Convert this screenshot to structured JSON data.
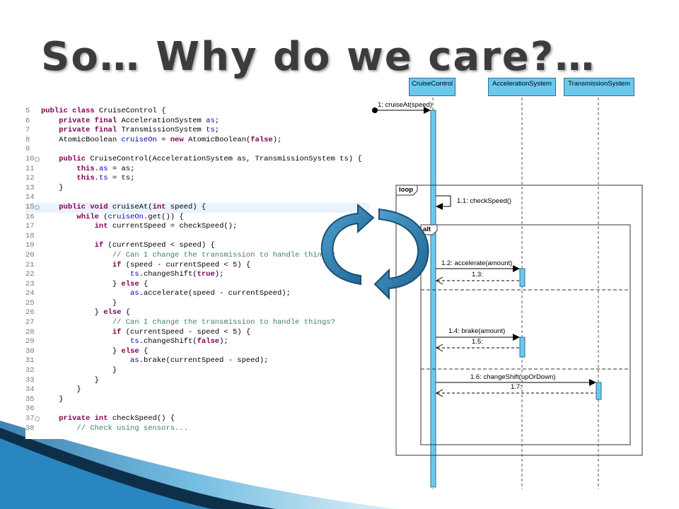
{
  "slide": {
    "title": "So… Why do we care?…"
  },
  "code": {
    "lines": [
      {
        "n": "5",
        "t": [
          [
            "kw",
            "public class "
          ],
          [
            "tx",
            "CruiseControl {"
          ]
        ]
      },
      {
        "n": "6",
        "t": [
          [
            "tx",
            "    "
          ],
          [
            "kw",
            "private final "
          ],
          [
            "tx",
            "AccelerationSystem "
          ],
          [
            "fld",
            "as"
          ],
          [
            "tx",
            ";"
          ]
        ]
      },
      {
        "n": "7",
        "t": [
          [
            "tx",
            "    "
          ],
          [
            "kw",
            "private final "
          ],
          [
            "tx",
            "TransmissionSystem "
          ],
          [
            "fld",
            "ts"
          ],
          [
            "tx",
            ";"
          ]
        ]
      },
      {
        "n": "8",
        "t": [
          [
            "tx",
            "    AtomicBoolean "
          ],
          [
            "fld",
            "cruiseOn"
          ],
          [
            "tx",
            " = "
          ],
          [
            "kw",
            "new "
          ],
          [
            "tx",
            "AtomicBoolean("
          ],
          [
            "kw",
            "false"
          ],
          [
            "tx",
            ");"
          ]
        ]
      },
      {
        "n": "9",
        "t": [
          [
            "tx",
            ""
          ]
        ]
      },
      {
        "n": "10",
        "fold": true,
        "t": [
          [
            "tx",
            "    "
          ],
          [
            "kw",
            "public "
          ],
          [
            "tx",
            "CruiseControl(AccelerationSystem as, TransmissionSystem ts) {"
          ]
        ]
      },
      {
        "n": "11",
        "t": [
          [
            "tx",
            "        "
          ],
          [
            "kw",
            "this"
          ],
          [
            "tx",
            "."
          ],
          [
            "fld",
            "as"
          ],
          [
            "tx",
            " = as;"
          ]
        ]
      },
      {
        "n": "12",
        "t": [
          [
            "tx",
            "        "
          ],
          [
            "kw",
            "this"
          ],
          [
            "tx",
            "."
          ],
          [
            "fld",
            "ts"
          ],
          [
            "tx",
            " = ts;"
          ]
        ]
      },
      {
        "n": "13",
        "t": [
          [
            "tx",
            "    }"
          ]
        ]
      },
      {
        "n": "14",
        "t": [
          [
            "tx",
            ""
          ]
        ]
      },
      {
        "n": "15",
        "fold": true,
        "hl": true,
        "t": [
          [
            "tx",
            "    "
          ],
          [
            "kw",
            "public void "
          ],
          [
            "tx",
            "cruiseAt("
          ],
          [
            "kw",
            "int "
          ],
          [
            "tx",
            "speed) {"
          ]
        ]
      },
      {
        "n": "16",
        "t": [
          [
            "tx",
            "        "
          ],
          [
            "kw",
            "while "
          ],
          [
            "tx",
            "("
          ],
          [
            "fld",
            "cruiseOn"
          ],
          [
            "tx",
            ".get()) {"
          ]
        ]
      },
      {
        "n": "17",
        "t": [
          [
            "tx",
            "            "
          ],
          [
            "kw",
            "int "
          ],
          [
            "tx",
            "currentSpeed = checkSpeed();"
          ]
        ]
      },
      {
        "n": "18",
        "t": [
          [
            "tx",
            ""
          ]
        ]
      },
      {
        "n": "19",
        "t": [
          [
            "tx",
            "            "
          ],
          [
            "kw",
            "if "
          ],
          [
            "tx",
            "(currentSpeed < speed) {"
          ]
        ]
      },
      {
        "n": "20",
        "t": [
          [
            "tx",
            "                "
          ],
          [
            "cm",
            "// Can I change the transmission to handle things?"
          ]
        ]
      },
      {
        "n": "21",
        "t": [
          [
            "tx",
            "                "
          ],
          [
            "kw",
            "if "
          ],
          [
            "tx",
            "(speed - currentSpeed < 5) {"
          ]
        ]
      },
      {
        "n": "22",
        "t": [
          [
            "tx",
            "                    "
          ],
          [
            "fld",
            "ts"
          ],
          [
            "tx",
            ".changeShift("
          ],
          [
            "kw",
            "true"
          ],
          [
            "tx",
            ");"
          ]
        ]
      },
      {
        "n": "23",
        "t": [
          [
            "tx",
            "                } "
          ],
          [
            "kw",
            "else "
          ],
          [
            "tx",
            "{"
          ]
        ]
      },
      {
        "n": "24",
        "t": [
          [
            "tx",
            "                    "
          ],
          [
            "fld",
            "as"
          ],
          [
            "tx",
            ".accelerate(speed - currentSpeed);"
          ]
        ]
      },
      {
        "n": "25",
        "t": [
          [
            "tx",
            "                }"
          ]
        ]
      },
      {
        "n": "26",
        "t": [
          [
            "tx",
            "            } "
          ],
          [
            "kw",
            "else "
          ],
          [
            "tx",
            "{"
          ]
        ]
      },
      {
        "n": "27",
        "t": [
          [
            "tx",
            "                "
          ],
          [
            "cm",
            "// Can I change the transmission to handle things?"
          ]
        ]
      },
      {
        "n": "28",
        "t": [
          [
            "tx",
            "                "
          ],
          [
            "kw",
            "if "
          ],
          [
            "tx",
            "(currentSpeed - speed < 5) {"
          ]
        ]
      },
      {
        "n": "29",
        "t": [
          [
            "tx",
            "                    "
          ],
          [
            "fld",
            "ts"
          ],
          [
            "tx",
            ".changeShift("
          ],
          [
            "kw",
            "false"
          ],
          [
            "tx",
            ");"
          ]
        ]
      },
      {
        "n": "30",
        "t": [
          [
            "tx",
            "                } "
          ],
          [
            "kw",
            "else "
          ],
          [
            "tx",
            "{"
          ]
        ]
      },
      {
        "n": "31",
        "t": [
          [
            "tx",
            "                    "
          ],
          [
            "fld",
            "as"
          ],
          [
            "tx",
            ".brake(currentSpeed - speed);"
          ]
        ]
      },
      {
        "n": "32",
        "t": [
          [
            "tx",
            "                }"
          ]
        ]
      },
      {
        "n": "33",
        "t": [
          [
            "tx",
            "            }"
          ]
        ]
      },
      {
        "n": "34",
        "t": [
          [
            "tx",
            "        }"
          ]
        ]
      },
      {
        "n": "35",
        "t": [
          [
            "tx",
            "    }"
          ]
        ]
      },
      {
        "n": "36",
        "t": [
          [
            "tx",
            ""
          ]
        ]
      },
      {
        "n": "37",
        "fold": true,
        "t": [
          [
            "tx",
            "    "
          ],
          [
            "kw",
            "private int "
          ],
          [
            "tx",
            "checkSpeed() {"
          ]
        ]
      },
      {
        "n": "38",
        "t": [
          [
            "tx",
            "        "
          ],
          [
            "cm",
            "// Check using sensors..."
          ]
        ]
      }
    ]
  },
  "sequence": {
    "lifelines": [
      "CruiseControl",
      "AccelerationSystem",
      "TransmissionSystem"
    ],
    "fragments": {
      "loop": "loop",
      "alt": "alt"
    },
    "messages": {
      "m1": "1: cruiseAt(speed)",
      "m11": "1.1: checkSpeed()",
      "m12": "1.2: accelerate(amount)",
      "m13": "1.3:",
      "m14": "1.4: brake(amount)",
      "m15": "1.5:",
      "m16": "1.6: changeShift(upOrDown)",
      "m17": "1.7:"
    }
  },
  "colors": {
    "lifeline": "#6cc8ef",
    "arrow": "#2e7fae",
    "ribbon": "#1a5c8c"
  },
  "icons": {
    "cycle": "circular-arrows-icon"
  }
}
